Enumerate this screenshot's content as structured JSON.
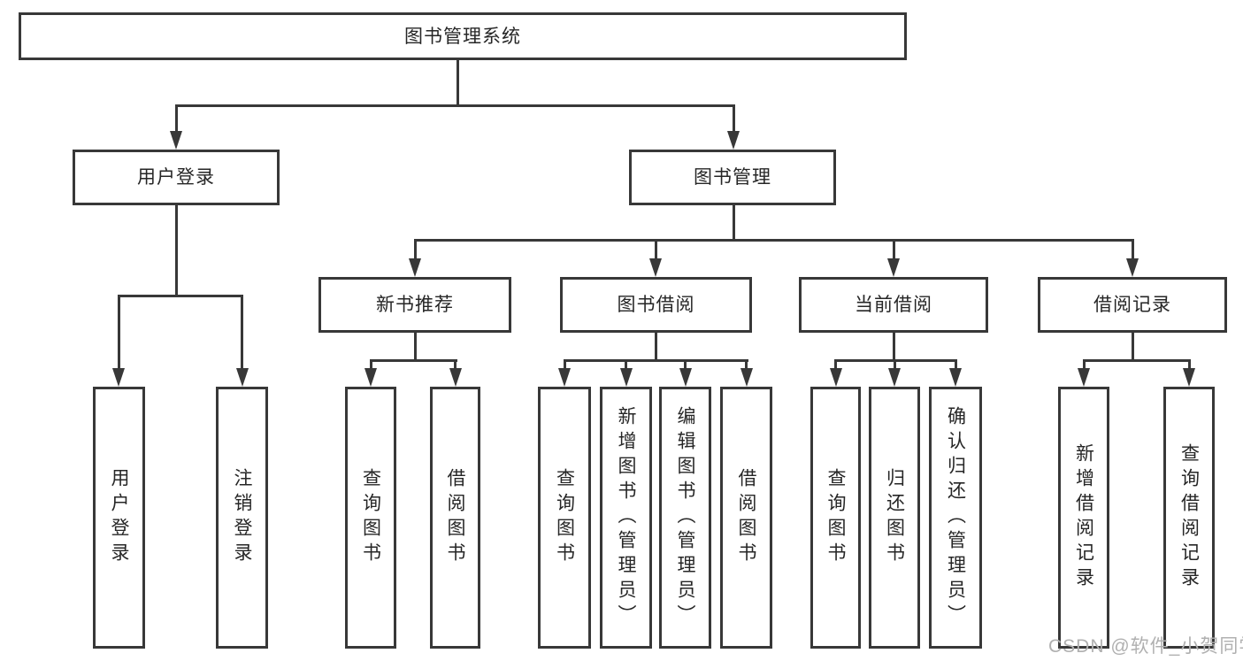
{
  "diagram": {
    "type": "hierarchy-tree",
    "root": "图书管理系统",
    "level2": [
      "用户登录",
      "图书管理"
    ],
    "level3": [
      "新书推荐",
      "图书借阅",
      "当前借阅",
      "借阅记录"
    ],
    "leaf_groups": [
      {
        "parent": "用户登录",
        "items": [
          "用户登录",
          "注销登录"
        ]
      },
      {
        "parent": "新书推荐",
        "items": [
          "查询图书",
          "借阅图书"
        ]
      },
      {
        "parent": "图书借阅",
        "items": [
          "查询图书",
          "新增图书（管理员）",
          "编辑图书（管理员）",
          "借阅图书"
        ]
      },
      {
        "parent": "当前借阅",
        "items": [
          "查询图书",
          "归还图书",
          "确认归还（管理员）"
        ]
      },
      {
        "parent": "借阅记录",
        "items": [
          "新增借阅记录",
          "查询借阅记录"
        ]
      }
    ],
    "colors": {
      "background": "#ffffff",
      "line": "#383838",
      "box_border": "#383838",
      "text": "#262626",
      "watermark": "#b0b0b0"
    }
  },
  "watermark": {
    "text": "CSDN @软件_小贺同学"
  }
}
